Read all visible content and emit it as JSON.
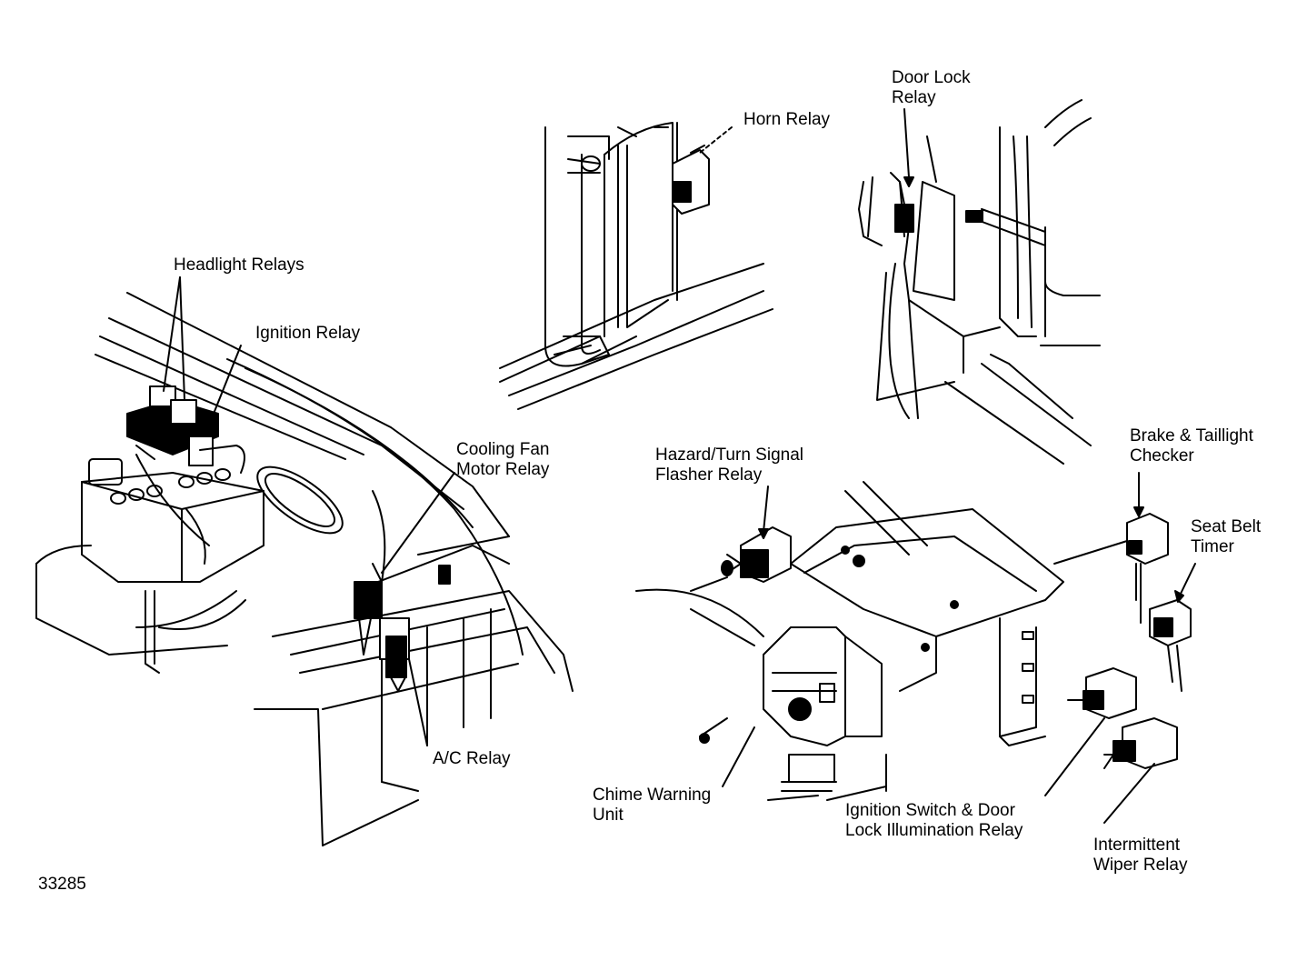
{
  "labels": {
    "headlight_relays": "Headlight Relays",
    "ignition_relay": "Ignition Relay",
    "cooling_fan_motor_relay": [
      "Cooling Fan",
      "Motor Relay"
    ],
    "ac_relay": "A/C Relay",
    "horn_relay": "Horn Relay",
    "door_lock_relay": [
      "Door Lock",
      "Relay"
    ],
    "hazard_turn_signal_flasher_relay": [
      "Hazard/Turn Signal",
      "Flasher Relay"
    ],
    "brake_taillight_checker": [
      "Brake & Taillight",
      "Checker"
    ],
    "seat_belt_timer": [
      "Seat Belt",
      "Timer"
    ],
    "chime_warning_unit": [
      "Chime Warning",
      "Unit"
    ],
    "ignition_switch_door_lock_illumination_relay": [
      "Ignition Switch & Door",
      "Lock Illumination Relay"
    ],
    "intermittent_wiper_relay": [
      "Intermittent",
      "Wiper Relay"
    ]
  },
  "figure_number": "33285"
}
